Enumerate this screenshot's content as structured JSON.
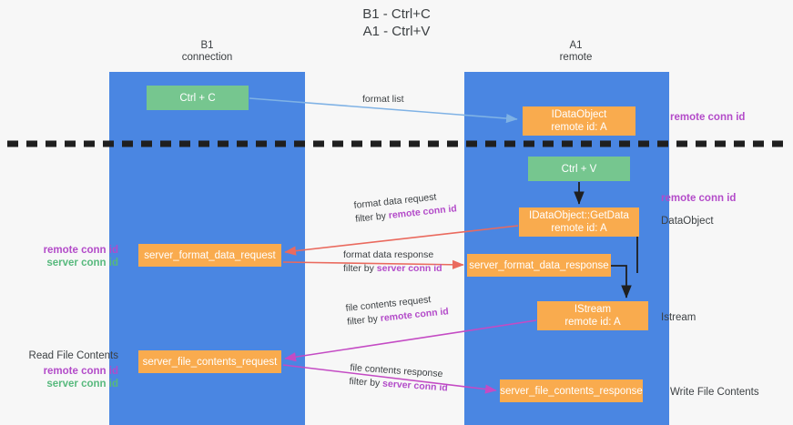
{
  "title": {
    "line1": "B1 - Ctrl+C",
    "line2": "A1 - Ctrl+V"
  },
  "columns": {
    "b1": {
      "name": "B1",
      "role": "connection"
    },
    "a1": {
      "name": "A1",
      "role": "remote"
    }
  },
  "boxes": {
    "ctrl_c": {
      "label": "Ctrl + C",
      "color": "#76c68f"
    },
    "ctrl_v": {
      "label": "Ctrl + V",
      "color": "#76c68f"
    },
    "idataobject": {
      "line1": "IDataObject",
      "line2": "remote id: A",
      "color": "#f9ab4e"
    },
    "getdata": {
      "line1": "IDataObject::GetData",
      "line2": "remote id: A",
      "color": "#f9ab4e"
    },
    "istream": {
      "line1": "IStream",
      "line2": "remote id: A",
      "color": "#f9ab4e"
    },
    "server_format_data_request": {
      "label": "server_format_data_request",
      "color": "#f9ab4e"
    },
    "server_format_data_response": {
      "label": "server_format_data_response",
      "color": "#f9ab4e"
    },
    "server_file_contents_request": {
      "label": "server_file_contents_request",
      "color": "#f9ab4e"
    },
    "server_file_contents_response": {
      "label": "server_file_contents_response",
      "color": "#f9ab4e"
    }
  },
  "annotations": {
    "format_list": "format list",
    "format_data_request": {
      "line1": "format data request",
      "prefix": "filter by ",
      "highlight": "remote conn id"
    },
    "format_data_response": {
      "line1": "format data response",
      "prefix": "filter by ",
      "highlight": "server conn id"
    },
    "file_contents_request": {
      "line1": "file contents request",
      "prefix": "filter by ",
      "highlight": "remote conn id"
    },
    "file_contents_response": {
      "line1": "file contents response",
      "prefix": "filter by ",
      "highlight": "server conn id"
    }
  },
  "side_labels": {
    "remote_conn_id_top": "remote conn id",
    "remote_conn_id_mid": "remote conn id",
    "dataobject": "DataObject",
    "istream": "Istream",
    "write_file_contents": "Write File Contents",
    "read_file_contents": "Read File Contents",
    "left_remote_conn_id": "remote conn id",
    "left_server_conn_id": "server conn id",
    "left_remote_conn_id_2": "remote conn id",
    "left_server_conn_id_2": "server conn id"
  },
  "colors": {
    "column": "#4a86e2",
    "green_box": "#76c68f",
    "orange_box": "#f9ab4e",
    "purple_text": "#b34bc9",
    "green_text": "#57b97d",
    "red_arrow": "#ea6a5e",
    "magenta_arrow": "#c44bc4",
    "blue_arrow": "#7fb2e5",
    "divider": "#1f1f1f",
    "background": "#f7f7f7"
  }
}
